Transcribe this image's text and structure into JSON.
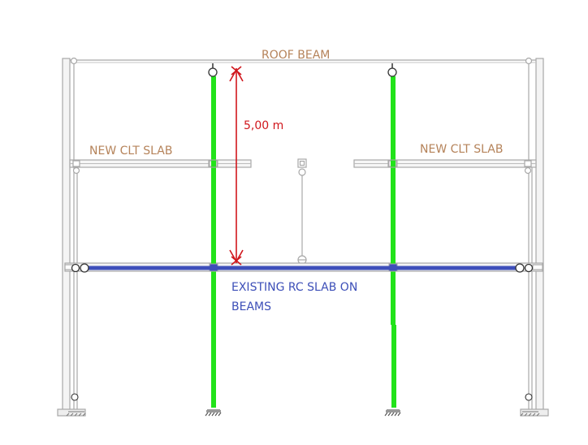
{
  "labels": {
    "roof_beam": "ROOF BEAM",
    "clt_slab_left": "NEW CLT SLAB",
    "clt_slab_right": "NEW CLT SLAB",
    "dimension": "5,00 m",
    "rc_slab_line1": "EXISTING RC SLAB ON",
    "rc_slab_line2": "BEAMS"
  },
  "colors": {
    "frame": "#a8a8a8",
    "green_column": "#22e31a",
    "rc_slab": "#3e4fba",
    "dimension": "#d0161c",
    "label_brown": "#b5835a",
    "label_blue": "#3d4fb8"
  }
}
